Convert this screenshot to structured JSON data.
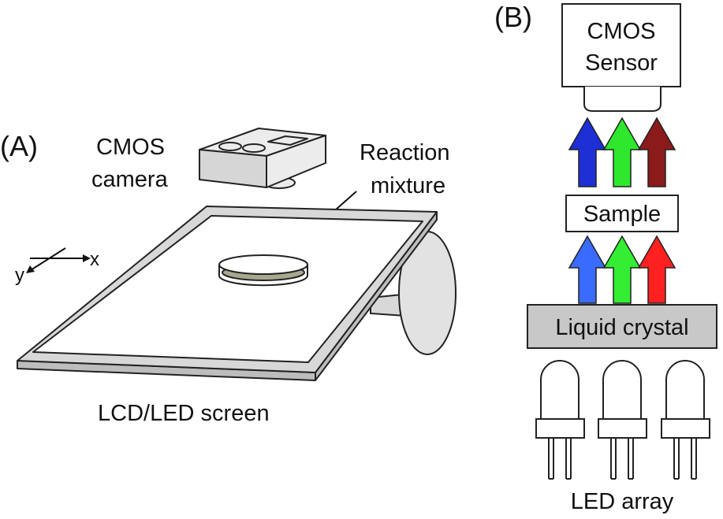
{
  "panel_a": {
    "label": "(A)",
    "camera_label": [
      "CMOS",
      "camera"
    ],
    "reaction_label": [
      "Reaction",
      "mixture"
    ],
    "axis_x": "x",
    "axis_y": "y",
    "screen_label": "LCD/LED screen"
  },
  "panel_b": {
    "label": "(B)",
    "sensor_label": [
      "CMOS",
      "Sensor"
    ],
    "sample_label": "Sample",
    "lc_label": "Liquid crystal",
    "led_label": "LED array",
    "top_arrow_colors": [
      "#1f2fd6",
      "#2ee82e",
      "#8b1a1a"
    ],
    "bottom_arrow_colors": [
      "#3a6bff",
      "#33ee33",
      "#ff2020"
    ]
  },
  "colors": {
    "lc_fill": "#c8c8c8",
    "camera_fill": "#ececec",
    "screen_frame": "#d8d8d8",
    "lens_fill": "#e2e2e2",
    "liquid_fill": "#a8a890"
  }
}
